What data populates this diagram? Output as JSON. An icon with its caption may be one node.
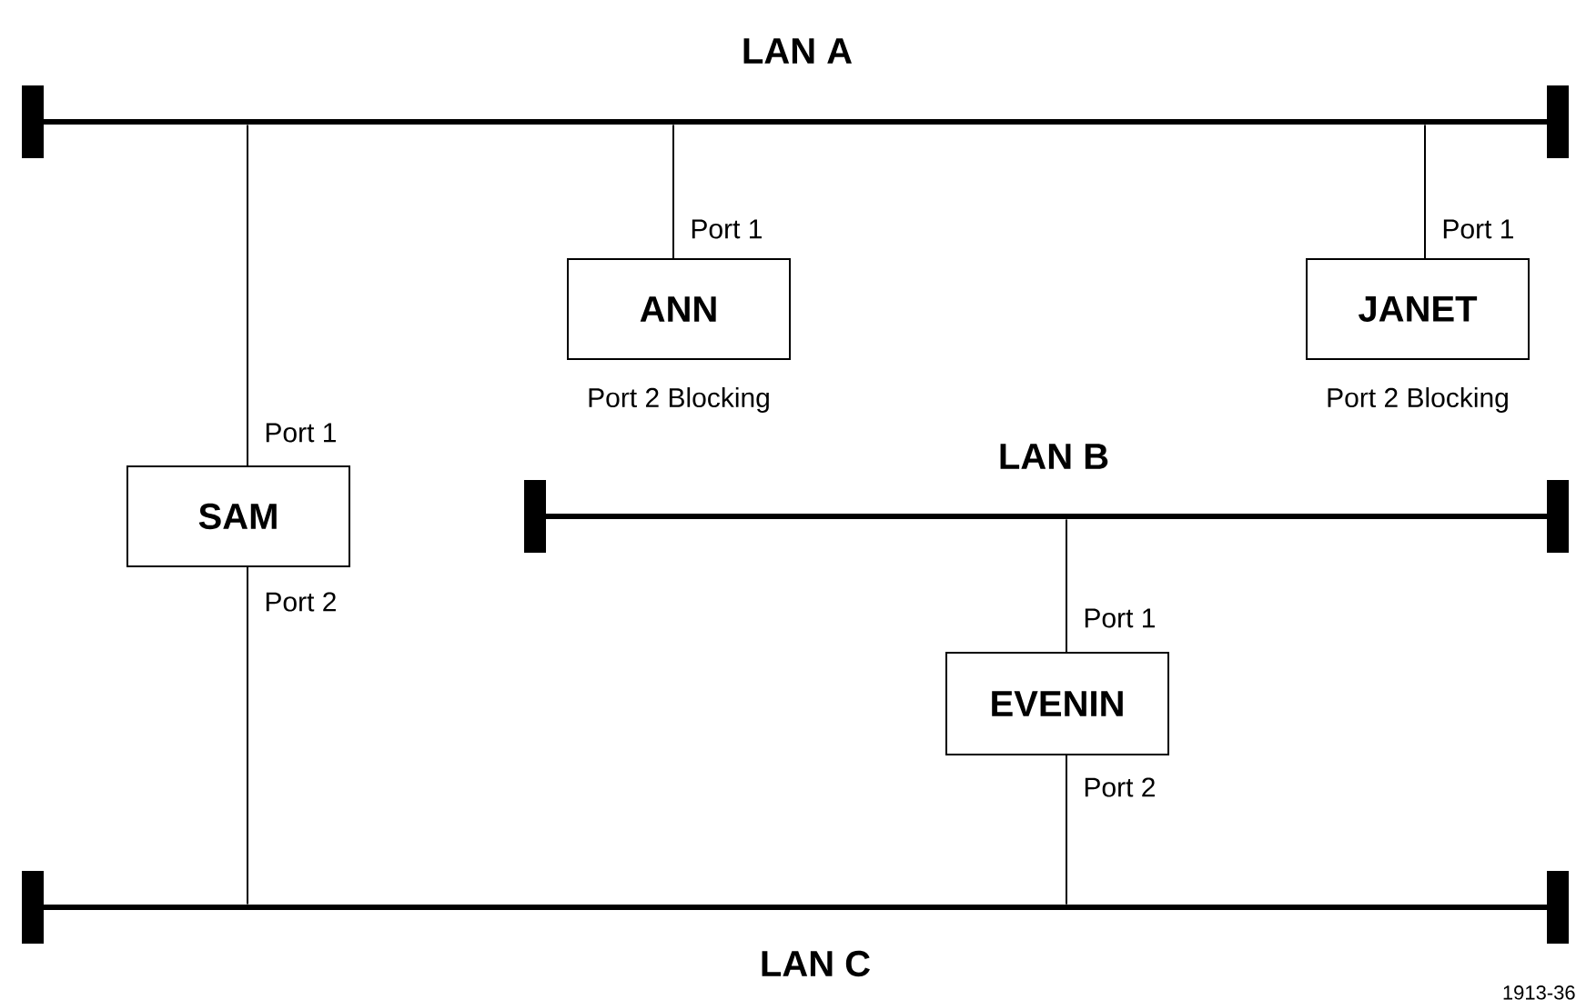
{
  "diagram": {
    "nodes": [
      {
        "text": [
          "LAN A"
        ]
      },
      {
        "text": [
          "ANN"
        ],
        "beside": [
          "Port 1",
          "Port 2 Blocking"
        ]
      },
      {
        "text": [
          "JANET"
        ],
        "beside": [
          "Port 1",
          "Port 2 Blocking"
        ]
      },
      {
        "text": [
          "SAM"
        ],
        "beside": [
          "Port 1",
          "Port 2"
        ]
      },
      {
        "text": [
          "LAN B"
        ]
      },
      {
        "text": [
          "EVENIN"
        ],
        "beside": [
          "Port 1",
          "Port 2"
        ]
      },
      {
        "text": [
          "LAN C"
        ]
      }
    ],
    "edges": [
      {
        "from": 0,
        "to": 3,
        "arrow": "none"
      },
      {
        "from": 0,
        "to": 1,
        "arrow": "none"
      },
      {
        "from": 0,
        "to": 2,
        "arrow": "none"
      },
      {
        "from": 3,
        "to": 6,
        "arrow": "none"
      },
      {
        "from": 4,
        "to": 5,
        "arrow": "none"
      },
      {
        "from": 5,
        "to": 6,
        "arrow": "none"
      }
    ],
    "labels": [
      "1913-36"
    ]
  }
}
